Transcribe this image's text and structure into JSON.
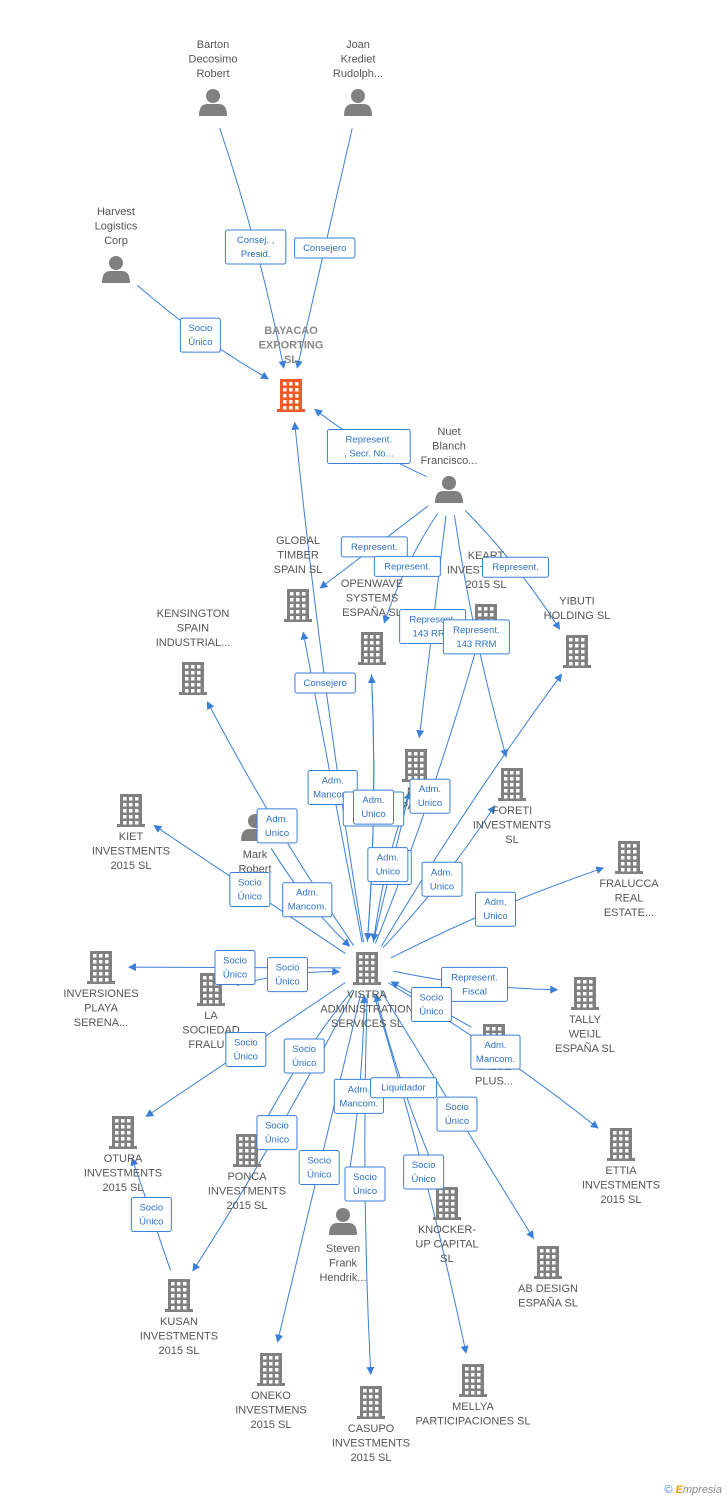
{
  "colors": {
    "edge": "#3a80d9",
    "node": "#808080",
    "main": "#f05a28",
    "label": "#555555"
  },
  "nodes": [
    {
      "id": "bayacao",
      "type": "company",
      "main": true,
      "lines": [
        "BAYACAO",
        "EXPORTING",
        "SL"
      ]
    },
    {
      "id": "barton",
      "type": "person",
      "lines": [
        "Barton",
        "Decosimo",
        "Robert"
      ]
    },
    {
      "id": "joan",
      "type": "person",
      "lines": [
        "Joan",
        "Krediet",
        "Rudolph..."
      ]
    },
    {
      "id": "harvest",
      "type": "person",
      "lines": [
        "Harvest",
        "Logistics",
        "Corp"
      ]
    },
    {
      "id": "nuet",
      "type": "person",
      "lines": [
        "Nuet",
        "Blanch",
        "Francisco..."
      ]
    },
    {
      "id": "global",
      "type": "company",
      "lines": [
        "GLOBAL",
        "TIMBER",
        "SPAIN  SL"
      ]
    },
    {
      "id": "openwave",
      "type": "company",
      "lines": [
        "OPENWAVE",
        "SYSTEMS",
        "ESPAÑA  SL"
      ]
    },
    {
      "id": "keart",
      "type": "company",
      "lines": [
        "KEART",
        "INVESTMENTS",
        "2015  SL"
      ]
    },
    {
      "id": "yibuti",
      "type": "company",
      "lines": [
        "YIBUTI",
        "HOLDING SL"
      ]
    },
    {
      "id": "kensington",
      "type": "company",
      "lines": [
        "KENSINGTON",
        "SPAIN",
        "INDUSTRIAL..."
      ]
    },
    {
      "id": "midespana",
      "type": "company",
      "lines": [
        "M...",
        "ESPAÑA  SL"
      ]
    },
    {
      "id": "foreti",
      "type": "company",
      "lines": [
        "FORETI",
        "INVESTMENTS",
        "SL"
      ]
    },
    {
      "id": "kiet",
      "type": "company",
      "lines": [
        "KIET",
        "INVESTMENTS",
        "2015  SL"
      ]
    },
    {
      "id": "mark",
      "type": "person",
      "lines": [
        "Mark",
        "Robert",
        "V..."
      ]
    },
    {
      "id": "fralucca",
      "type": "company",
      "lines": [
        "FRALUCCA",
        "REAL",
        "ESTATE..."
      ]
    },
    {
      "id": "vistra",
      "type": "company",
      "lines": [
        "VISTRA",
        "ADMINISTRATION",
        "SERVICES  SL"
      ]
    },
    {
      "id": "inversiones",
      "type": "company",
      "lines": [
        "INVERSIONES",
        "PLAYA",
        "SERENA..."
      ]
    },
    {
      "id": "lasociedad",
      "type": "company",
      "lines": [
        "LA",
        "SOCIEDAD",
        "FRALU..."
      ]
    },
    {
      "id": "tally",
      "type": "company",
      "lines": [
        "TALLY",
        "WEIJL",
        "ESPAÑA  SL"
      ]
    },
    {
      "id": "value",
      "type": "company",
      "lines": [
        "VALUE",
        "PLUS..."
      ]
    },
    {
      "id": "otura",
      "type": "company",
      "lines": [
        "OTURA",
        "INVESTMENTS",
        "2015  SL"
      ]
    },
    {
      "id": "ponca",
      "type": "company",
      "lines": [
        "PONCA",
        "INVESTMENTS",
        "2015  SL"
      ]
    },
    {
      "id": "ettia",
      "type": "company",
      "lines": [
        "ETTIA",
        "INVESTMENTS",
        "2015  SL"
      ]
    },
    {
      "id": "knocker",
      "type": "company",
      "lines": [
        "KNOCKER-",
        "UP CAPITAL",
        "SL"
      ]
    },
    {
      "id": "steven",
      "type": "person",
      "lines": [
        "Steven",
        "Frank",
        "Hendrik..."
      ]
    },
    {
      "id": "abdesign",
      "type": "company",
      "lines": [
        "AB DESIGN",
        "ESPAÑA  SL"
      ]
    },
    {
      "id": "kusan",
      "type": "company",
      "lines": [
        "KUSAN",
        "INVESTMENTS",
        "2015  SL"
      ]
    },
    {
      "id": "oneko",
      "type": "company",
      "lines": [
        "ONEKO",
        "INVESTMENS",
        "2015  SL"
      ]
    },
    {
      "id": "casupo",
      "type": "company",
      "lines": [
        "CASUPO",
        "INVESTMENTS",
        "2015  SL"
      ]
    },
    {
      "id": "mellya",
      "type": "company",
      "lines": [
        "MELLYA",
        "PARTICIPACIONES SL"
      ]
    }
  ],
  "edges": [
    {
      "from": "barton",
      "to": "bayacao",
      "label": [
        "Consej. ,",
        "Presid."
      ]
    },
    {
      "from": "joan",
      "to": "bayacao",
      "label": [
        "Consejero"
      ]
    },
    {
      "from": "harvest",
      "to": "bayacao",
      "label": [
        "Socio",
        "Único"
      ]
    },
    {
      "from": "nuet",
      "to": "bayacao",
      "label": [
        "Represent.",
        ", Secr. No..."
      ]
    },
    {
      "from": "nuet",
      "to": "global",
      "label": [
        "Represent."
      ]
    },
    {
      "from": "nuet",
      "to": "openwave",
      "label": [
        "Represent."
      ]
    },
    {
      "from": "nuet",
      "to": "yibuti",
      "label": [
        "Represent."
      ]
    },
    {
      "from": "nuet",
      "to": "midespana",
      "label": [
        "Represent.",
        "143 RRM"
      ]
    },
    {
      "from": "nuet",
      "to": "foreti",
      "label": [
        "Represent.",
        "143 RRM"
      ]
    },
    {
      "from": "vistra",
      "to": "bayacao",
      "label": [
        "Consejero"
      ]
    },
    {
      "from": "vistra",
      "to": "global",
      "label": [
        "Adm.",
        "Mancom."
      ]
    },
    {
      "from": "vistra",
      "to": "openwave",
      "label": [
        "Secr.  No",
        "Consej."
      ]
    },
    {
      "from": "vistra",
      "to": "kensington",
      "label": [
        "Adm.",
        "Unico"
      ]
    },
    {
      "from": "vistra",
      "to": "midespana",
      "label": [
        "Socio",
        "Único"
      ]
    },
    {
      "from": "vistra",
      "to": "keart",
      "label": [
        "Adm.",
        "Unico"
      ]
    },
    {
      "from": "vistra",
      "to": "yibuti",
      "label": []
    },
    {
      "from": "vistra",
      "to": "kiet",
      "label": [
        "Socio",
        "Único"
      ]
    },
    {
      "from": "vistra",
      "to": "foreti",
      "label": [
        "Adm.",
        "Unico"
      ]
    },
    {
      "from": "vistra",
      "to": "fralucca",
      "label": [
        "Adm.",
        "Unico"
      ]
    },
    {
      "from": "vistra",
      "to": "inversiones",
      "label": [
        "Socio",
        "Único"
      ]
    },
    {
      "from": "vistra",
      "to": "tally",
      "label": [
        "Represent.",
        "Fiscal"
      ]
    },
    {
      "from": "vistra",
      "to": "ettia",
      "label": [
        "Adm.",
        "Mancom."
      ]
    },
    {
      "from": "vistra",
      "to": "otura",
      "label": [
        "Socio",
        "Único"
      ]
    },
    {
      "from": "vistra",
      "to": "ponca",
      "label": [
        "Socio",
        "Único"
      ]
    },
    {
      "from": "vistra",
      "to": "kusan",
      "label": [
        "Socio",
        "Único"
      ]
    },
    {
      "from": "vistra",
      "to": "oneko",
      "label": [
        "Socio",
        "Único"
      ]
    },
    {
      "from": "vistra",
      "to": "casupo",
      "label": [
        "Socio",
        "Único"
      ]
    },
    {
      "from": "vistra",
      "to": "mellya",
      "label": [
        "Socio",
        "Único"
      ]
    },
    {
      "from": "vistra",
      "to": "abdesign",
      "label": [
        "Socio",
        "Único"
      ]
    },
    {
      "from": "mark",
      "to": "vistra",
      "label": [
        "Adm.",
        "Mancom."
      ]
    },
    {
      "from": "lasociedad",
      "to": "vistra",
      "label": [
        "Socio",
        "Único"
      ]
    },
    {
      "from": "value",
      "to": "vistra",
      "label": [
        "Socio",
        "Único"
      ]
    },
    {
      "from": "steven",
      "to": "vistra",
      "label": [
        "Adm.",
        "Mancom."
      ]
    },
    {
      "from": "knocker",
      "to": "vistra",
      "label": [
        "Liquidador"
      ]
    },
    {
      "from": "kusan",
      "to": "otura",
      "label": [
        "Socio",
        "Único"
      ]
    },
    {
      "from": "midespana",
      "to": "vistra",
      "label": [
        "Adm.",
        "Unico"
      ]
    },
    {
      "from": "openwave",
      "to": "vistra",
      "label": [
        "Adm.",
        "Unico"
      ]
    }
  ],
  "footer": {
    "copyright": "©",
    "brand_e": "E",
    "brand_rest": "mpresia"
  }
}
